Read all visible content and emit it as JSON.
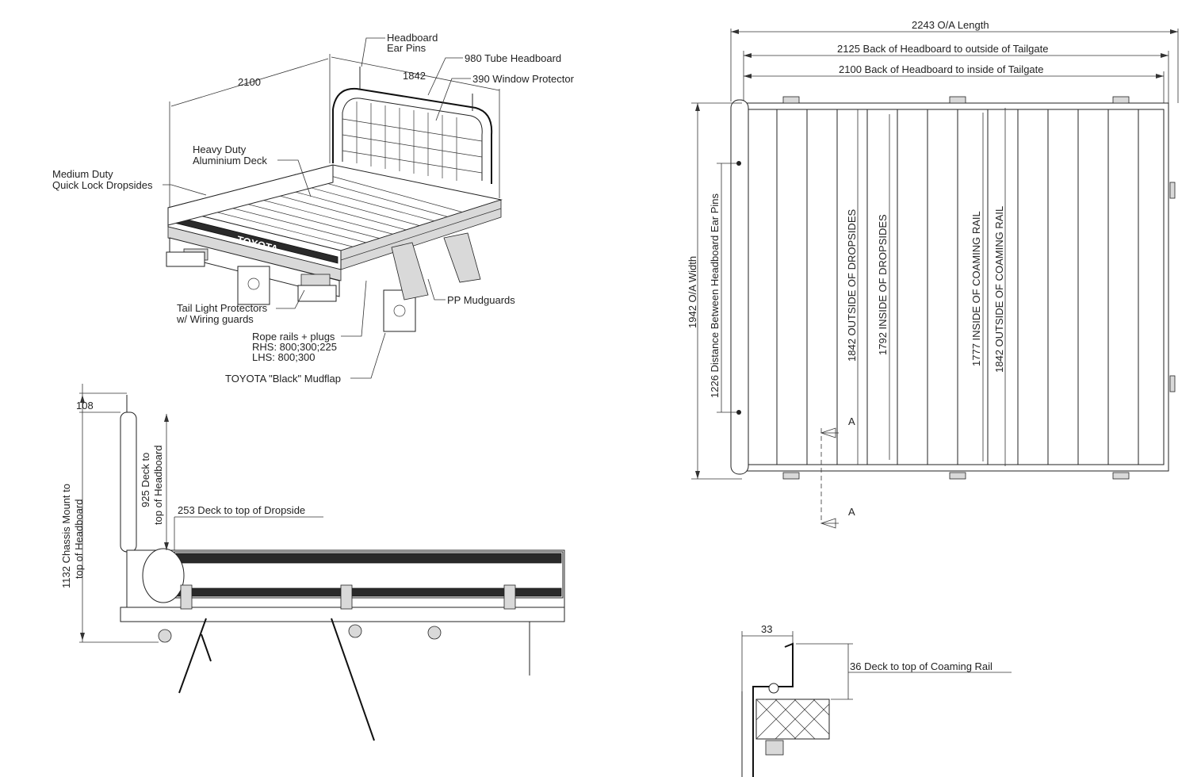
{
  "iso_callouts": {
    "headboard_ear_pins": [
      "Headboard",
      "Ear Pins"
    ],
    "tube_headboard": "980 Tube Headboard",
    "window_protector": "390 Window Protector",
    "dim_2100": "2100",
    "dim_1842": "1842",
    "deck": [
      "Heavy Duty",
      "Aluminium Deck"
    ],
    "dropsides": [
      "Medium Duty",
      "Quick Lock Dropsides"
    ],
    "tail_light": [
      "Tail Light Protectors",
      "w/ Wiring guards"
    ],
    "mudguards": "PP Mudguards",
    "rope_rails": [
      "Rope rails + plugs",
      "RHS: 800;300;225",
      "LHS: 800;300"
    ],
    "mudflap": "TOYOTA \"Black\" Mudflap",
    "brand": "TOYOTA"
  },
  "top_view": {
    "overall_length": "2243 O/A Length",
    "back_to_outside": "2125 Back of Headboard to outside of Tailgate",
    "back_to_inside": "2100 Back of Headboard to inside of Tailgate",
    "overall_width": "1942 O/A Width",
    "ear_pins": "1226 Distance Between Headboard Ear Pins",
    "outside_dropsides": "1842  OUTSIDE OF DROPSIDES",
    "inside_dropsides": "1792  INSIDE OF DROPSIDES",
    "inside_coaming": "1777  INSIDE OF COAMING RAIL",
    "outside_coaming": "1842  OUTSIDE OF COAMING RAIL",
    "section_label": "A"
  },
  "side_view": {
    "dim_108": "108",
    "chassis_mount": [
      "1132 Chassis Mount to",
      "top of Headboard"
    ],
    "deck_to_headboard": [
      "925 Deck to",
      "top of Headboard"
    ],
    "deck_to_dropside": "253 Deck to top of Dropside"
  },
  "section_view": {
    "dim_33": "33",
    "coaming": "36 Deck to top of Coaming Rail"
  }
}
